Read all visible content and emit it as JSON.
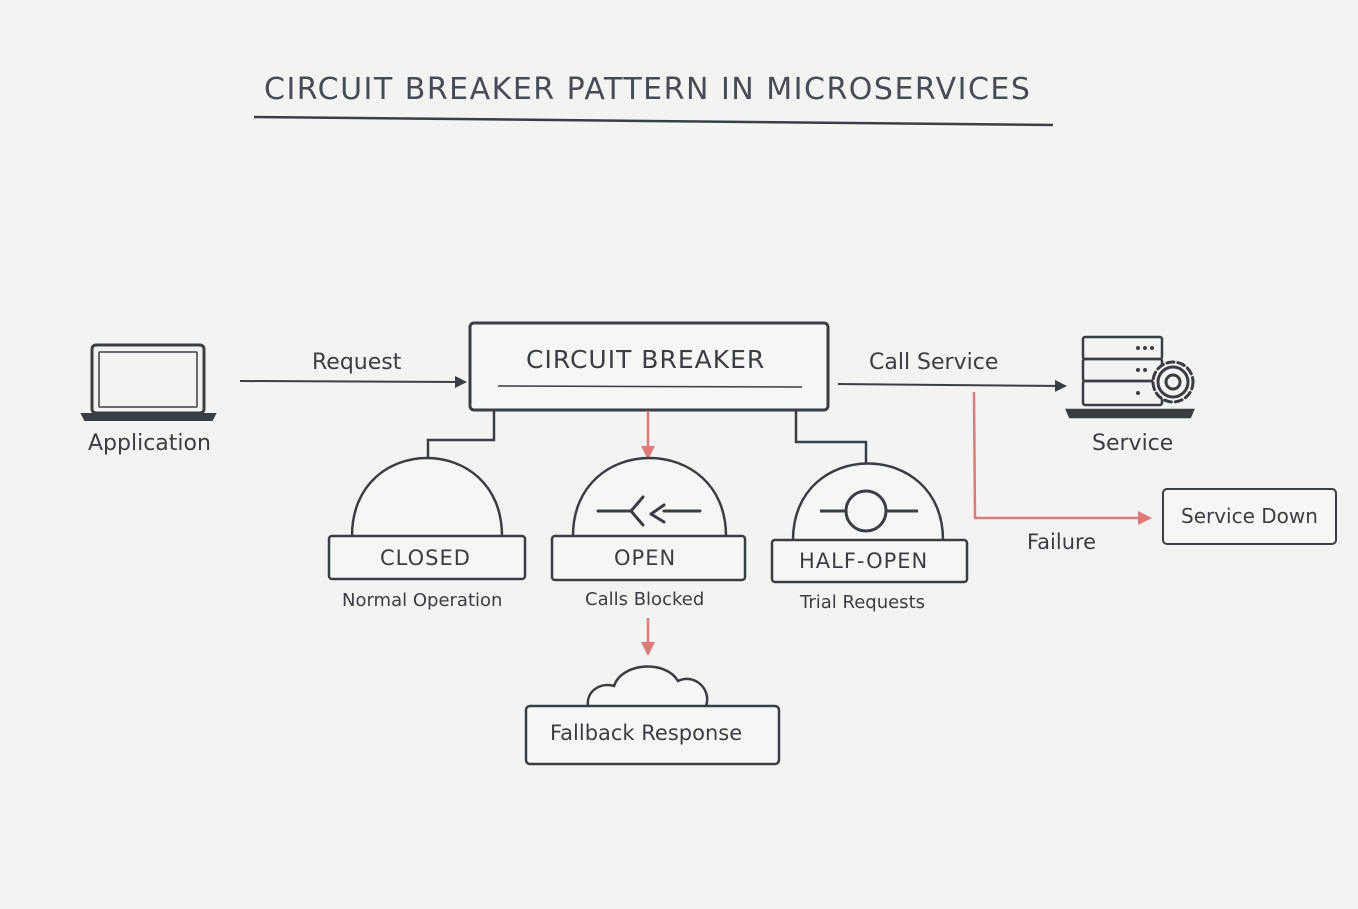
{
  "title": "CIRCUIT BREAKER PATTERN IN MICROSERVICES",
  "nodes": {
    "application": "Application",
    "circuit_breaker": "CIRCUIT BREAKER",
    "service": "Service",
    "service_down": "Service Down",
    "fallback": "Fallback Response"
  },
  "edges": {
    "request": "Request",
    "call_service": "Call Service",
    "failure": "Failure"
  },
  "states": {
    "closed": {
      "label": "CLOSED",
      "desc": "Normal Operation"
    },
    "open": {
      "label": "OPEN",
      "desc": "Calls Blocked"
    },
    "half_open": {
      "label": "HALF-OPEN",
      "desc": "Trial Requests"
    }
  },
  "colors": {
    "ink": "#3a3d44",
    "failure_arrow": "#e07a7a",
    "background": "#f3f3f1"
  },
  "icons": {
    "application": "laptop-icon",
    "service": "server-gear-icon",
    "open_state": "open-switch-icon",
    "half_open_state": "half-open-switch-icon"
  }
}
